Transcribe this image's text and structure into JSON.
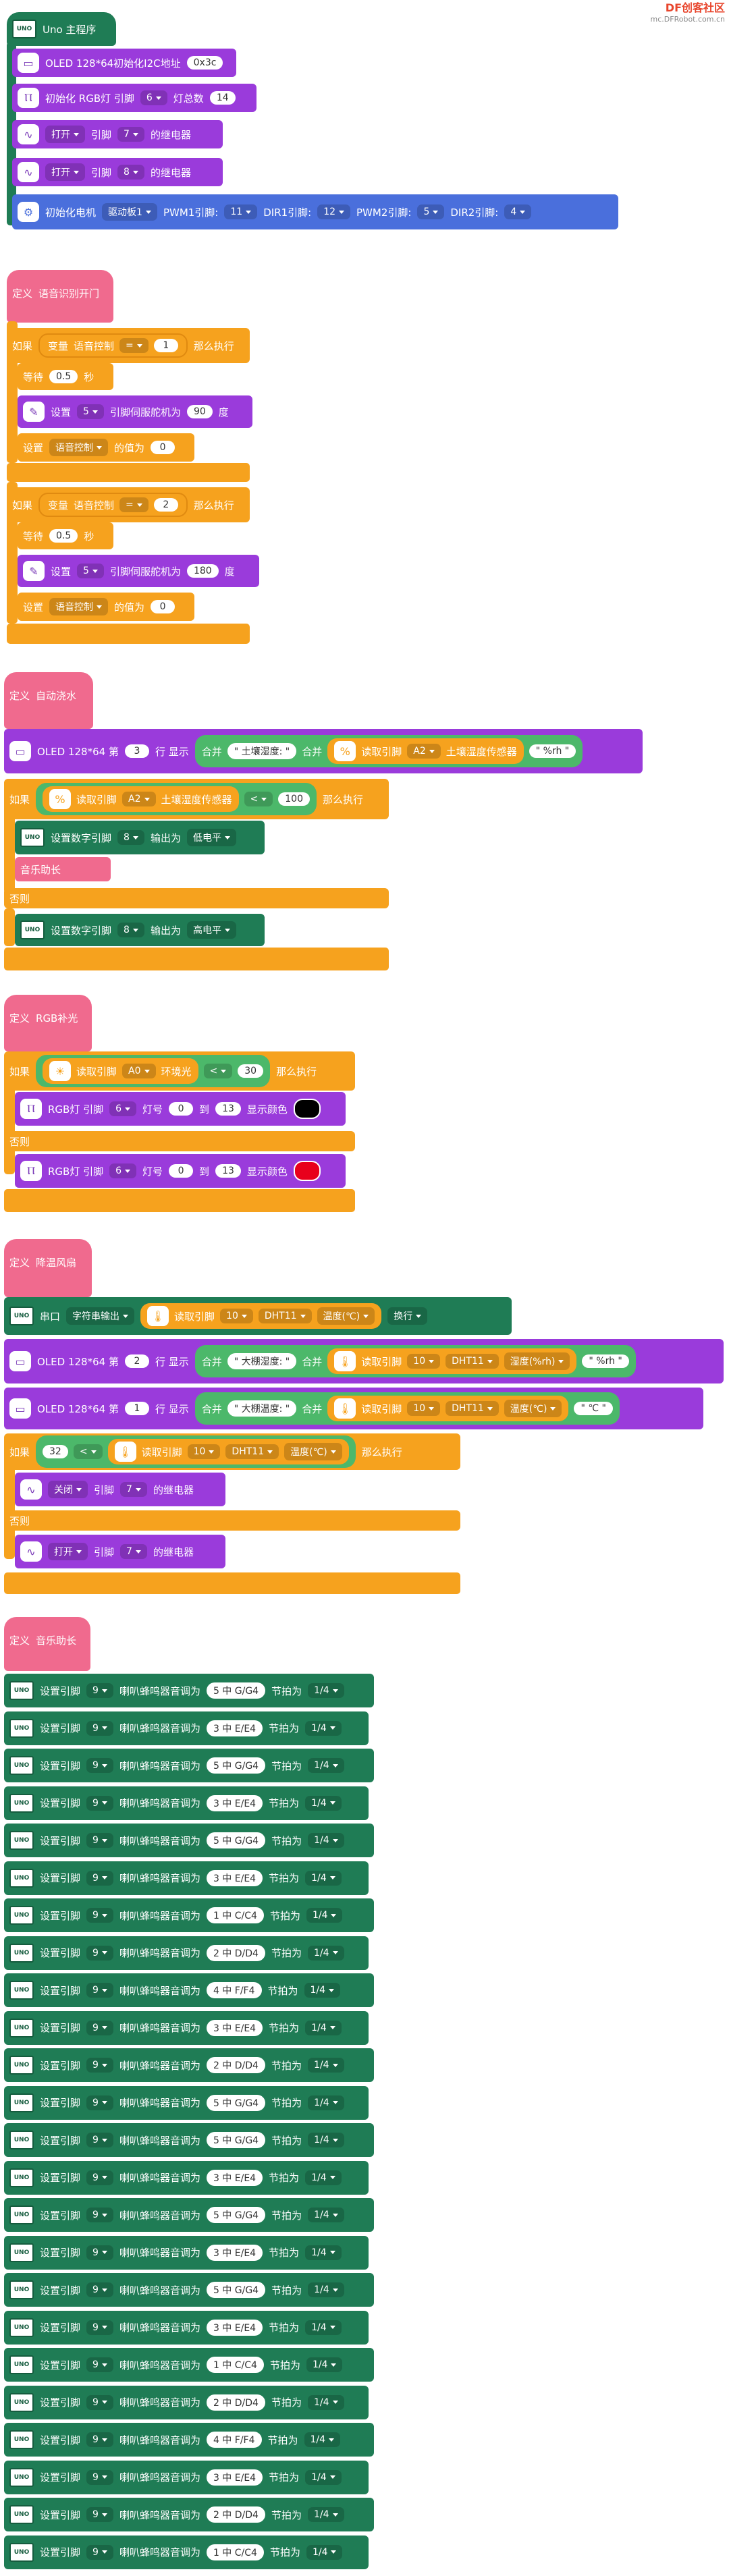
{
  "watermark": {
    "title": "DF创客社区",
    "url": "mc.DFRobot.com.cn"
  },
  "main": {
    "title": "Uno 主程序",
    "oled_init_label": "OLED 128*64初始化I2C地址",
    "oled_addr": "0x3c",
    "rgb_init_label": "初始化 RGB灯 引脚",
    "rgb_pin": "6",
    "rgb_count_label": "灯总数",
    "rgb_count": "14",
    "relay1_action": "打开",
    "relay1_pin_label": "引脚",
    "relay1_pin": "7",
    "relay1_suffix": "的继电器",
    "relay2_action": "打开",
    "relay2_pin_label": "引脚",
    "relay2_pin": "8",
    "relay2_suffix": "的继电器",
    "motor_label": "初始化电机",
    "motor_driver": "驱动板1",
    "pwm1_label": "PWM1引脚:",
    "pwm1": "11",
    "dir1_label": "DIR1引脚:",
    "dir1": "12",
    "pwm2_label": "PWM2引脚:",
    "pwm2": "5",
    "dir2_label": "DIR2引脚:",
    "dir2": "4"
  },
  "fn1": {
    "define": "定义",
    "name": "语音识别开门",
    "if1": {
      "if": "如果",
      "var": "变量",
      "var_name": "语音控制",
      "op": "=",
      "value": "1",
      "then": "那么执行",
      "wait": "等待",
      "wait_value": "0.5",
      "wait_unit": "秒",
      "servo_prefix": "设置",
      "servo_pin": "5",
      "servo_label": "引脚伺服舵机为",
      "servo_angle": "90",
      "servo_unit": "度",
      "set": "设置",
      "set_var": "语音控制",
      "set_label": "的值为",
      "set_value": "0"
    },
    "if2": {
      "if": "如果",
      "var": "变量",
      "var_name": "语音控制",
      "op": "=",
      "value": "2",
      "then": "那么执行",
      "wait": "等待",
      "wait_value": "0.5",
      "wait_unit": "秒",
      "servo_prefix": "设置",
      "servo_pin": "5",
      "servo_label": "引脚伺服舵机为",
      "servo_angle": "180",
      "servo_unit": "度",
      "set": "设置",
      "set_var": "语音控制",
      "set_label": "的值为",
      "set_value": "0"
    }
  },
  "fn2": {
    "define": "定义",
    "name": "自动浇水",
    "oled": "OLED 128*64 第",
    "oled_line": "3",
    "oled_show": "行 显示",
    "merge": "合并",
    "str1": "\" 土壤湿度: \"",
    "merge2": "合并",
    "read": "读取引脚",
    "pin": "A2",
    "sensor": "土壤湿度传感器",
    "unit": "\" %rh \"",
    "if": "如果",
    "if_read": "读取引脚",
    "if_pin": "A2",
    "if_sensor": "土壤湿度传感器",
    "op": "<",
    "threshold": "100",
    "then": "那么执行",
    "digital1": "设置数字引脚",
    "digital1_pin": "8",
    "digital1_out": "输出为",
    "digital1_level": "低电平",
    "call": "音乐助长",
    "else": "否则",
    "digital2": "设置数字引脚",
    "digital2_pin": "8",
    "digital2_out": "输出为",
    "digital2_level": "高电平"
  },
  "fn3": {
    "define": "定义",
    "name": "RGB补光",
    "if": "如果",
    "read": "读取引脚",
    "pin": "A0",
    "sensor": "环境光",
    "op": "<",
    "threshold": "30",
    "then": "那么执行",
    "rgb1_label": "RGB灯 引脚",
    "rgb1_pin": "6",
    "rgb1_led": "灯号",
    "rgb1_from": "0",
    "rgb1_to_label": "到",
    "rgb1_to": "13",
    "rgb1_color_label": "显示颜色",
    "rgb1_color": "#000000",
    "else": "否则",
    "rgb2_label": "RGB灯 引脚",
    "rgb2_pin": "6",
    "rgb2_led": "灯号",
    "rgb2_from": "0",
    "rgb2_to_label": "到",
    "rgb2_to": "13",
    "rgb2_color_label": "显示颜色",
    "rgb2_color": "#e8001c"
  },
  "fn4": {
    "define": "定义",
    "name": "降温风扇",
    "serial": "串口",
    "serial_mode": "字符串输出",
    "serial_read": "读取引脚",
    "serial_pin": "10",
    "serial_sensor": "DHT11",
    "serial_type": "温度(℃)",
    "serial_newline": "换行",
    "oled1": "OLED 128*64 第",
    "oled1_line": "2",
    "oled1_show": "行 显示",
    "oled1_merge": "合并",
    "oled1_str": "\" 大棚湿度: \"",
    "oled1_merge2": "合并",
    "oled1_read": "读取引脚",
    "oled1_pin": "10",
    "oled1_sensor": "DHT11",
    "oled1_type": "湿度(%rh)",
    "oled1_unit": "\" %rh \"",
    "oled2": "OLED 128*64 第",
    "oled2_line": "1",
    "oled2_show": "行 显示",
    "oled2_merge": "合并",
    "oled2_str": "\" 大棚温度: \"",
    "oled2_merge2": "合并",
    "oled2_read": "读取引脚",
    "oled2_pin": "10",
    "oled2_sensor": "DHT11",
    "oled2_type": "温度(℃)",
    "oled2_unit": "\" ℃ \"",
    "if": "如果",
    "threshold": "32",
    "op": "<",
    "read": "读取引脚",
    "pin": "10",
    "sensor": "DHT11",
    "type": "温度(℃)",
    "then": "那么执行",
    "relay1_action": "关闭",
    "relay1_pin_label": "引脚",
    "relay1_pin": "7",
    "relay1_suffix": "的继电器",
    "else": "否则",
    "relay2_action": "打开",
    "relay2_pin_label": "引脚",
    "relay2_pin": "7",
    "relay2_suffix": "的继电器"
  },
  "fn5": {
    "define": "定义",
    "name": "音乐助长",
    "row_prefix": "设置引脚",
    "row_pin": "9",
    "row_label": "喇叭蜂鸣器音调为",
    "row_beat_label": "节拍为",
    "rows": [
      {
        "note": "5 中 G/G4",
        "beat": "1/4"
      },
      {
        "note": "3 中 E/E4",
        "beat": "1/4"
      },
      {
        "note": "5 中 G/G4",
        "beat": "1/4"
      },
      {
        "note": "3 中 E/E4",
        "beat": "1/4"
      },
      {
        "note": "5 中 G/G4",
        "beat": "1/4"
      },
      {
        "note": "3 中 E/E4",
        "beat": "1/4"
      },
      {
        "note": "1 中 C/C4",
        "beat": "1/4"
      },
      {
        "note": "2 中 D/D4",
        "beat": "1/4"
      },
      {
        "note": "4 中 F/F4",
        "beat": "1/4"
      },
      {
        "note": "3 中 E/E4",
        "beat": "1/4"
      },
      {
        "note": "2 中 D/D4",
        "beat": "1/4"
      },
      {
        "note": "5 中 G/G4",
        "beat": "1/4"
      },
      {
        "note": "5 中 G/G4",
        "beat": "1/4"
      },
      {
        "note": "3 中 E/E4",
        "beat": "1/4"
      },
      {
        "note": "5 中 G/G4",
        "beat": "1/4"
      },
      {
        "note": "3 中 E/E4",
        "beat": "1/4"
      },
      {
        "note": "5 中 G/G4",
        "beat": "1/4"
      },
      {
        "note": "3 中 E/E4",
        "beat": "1/4"
      },
      {
        "note": "1 中 C/C4",
        "beat": "1/4"
      },
      {
        "note": "2 中 D/D4",
        "beat": "1/4"
      },
      {
        "note": "4 中 F/F4",
        "beat": "1/4"
      },
      {
        "note": "3 中 E/E4",
        "beat": "1/4"
      },
      {
        "note": "2 中 D/D4",
        "beat": "1/4"
      },
      {
        "note": "1 中 C/C4",
        "beat": "1/4"
      }
    ]
  }
}
